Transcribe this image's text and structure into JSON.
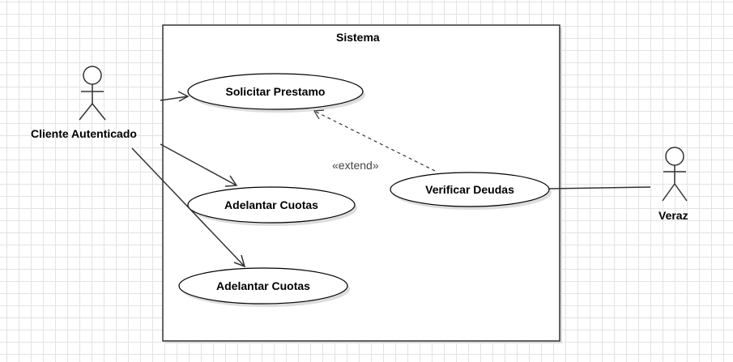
{
  "system": {
    "title": "Sistema"
  },
  "actors": {
    "client": {
      "name": "Cliente Autenticado"
    },
    "veraz": {
      "name": "Veraz"
    }
  },
  "use_cases": {
    "solicitar": {
      "label": "Solicitar Prestamo"
    },
    "adelantar_1": {
      "label": "Adelantar Cuotas"
    },
    "adelantar_2": {
      "label": "Adelantar Cuotas"
    },
    "verificar": {
      "label": "Verificar Deudas"
    }
  },
  "relations": {
    "extend_label": "«extend»"
  },
  "colors": {
    "stroke": "#333333",
    "fill": "#ffffff",
    "shadow": "#dddddd"
  }
}
